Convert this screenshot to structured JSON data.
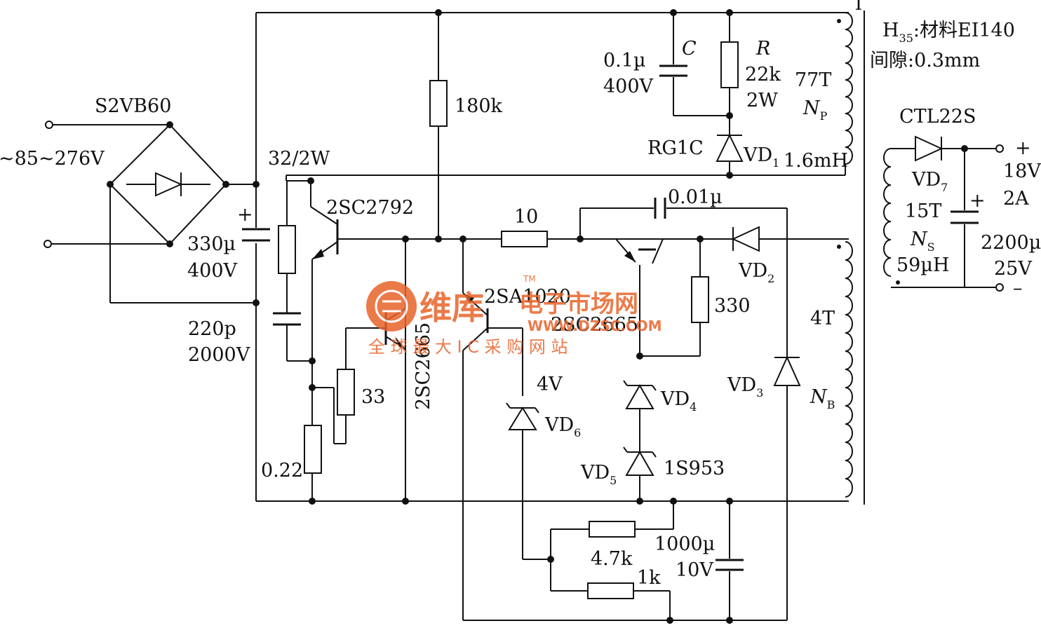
{
  "input": {
    "voltage": "~85~276V"
  },
  "bridge": {
    "label": "S2VB60"
  },
  "cap_input": {
    "value": "330µ",
    "rating": "400V",
    "polarity": "+"
  },
  "snubber_res": {
    "label": "32/2W"
  },
  "q1": {
    "label": "2SC2792"
  },
  "res_start": {
    "label": "180k"
  },
  "cap_clamp": {
    "label": "C",
    "value": "0.1µ",
    "rating": "400V"
  },
  "res_clamp": {
    "label": "R",
    "value": "22k",
    "rating": "2W"
  },
  "vd1": {
    "label": "RG1C",
    "name": "VD",
    "sub": "1"
  },
  "primary": {
    "turns": "77T",
    "name": "N",
    "sub": "P",
    "inductance": "1.6mH"
  },
  "transformer": {
    "label": "T",
    "core_h": "H",
    "core_sub": "35",
    "core_text": ":材料EI140",
    "gap": "间隙:0.3mm"
  },
  "vd7": {
    "label": "CTL22S",
    "name": "VD",
    "sub": "7"
  },
  "secondary": {
    "turns": "15T",
    "name": "N",
    "sub": "S",
    "inductance": "59µH"
  },
  "output": {
    "plus": "+",
    "minus": "–",
    "voltage": "18V",
    "current": "2A"
  },
  "cap_out": {
    "value": "2200µ",
    "rating": "25V",
    "polarity": "+"
  },
  "res_base": {
    "label": "10"
  },
  "cap_fb": {
    "label": "0.01µ"
  },
  "vd2": {
    "name": "VD",
    "sub": "2"
  },
  "res_330": {
    "label": "330"
  },
  "aux": {
    "turns": "4T",
    "name": "N",
    "sub": "B"
  },
  "vd3": {
    "name": "VD",
    "sub": "3"
  },
  "q2": {
    "label": "2SA1020"
  },
  "q3": {
    "label": "2SC2665"
  },
  "q4": {
    "label": "2SC2665"
  },
  "cap_snub": {
    "value": "220p",
    "rating": "2000V"
  },
  "res_33": {
    "label": "33"
  },
  "res_sense": {
    "label": "0.22"
  },
  "vd6": {
    "voltage": "4V",
    "name": "VD",
    "sub": "6"
  },
  "vd4": {
    "name": "VD",
    "sub": "4"
  },
  "vd5": {
    "name": "VD",
    "sub": "5",
    "part": "1S953"
  },
  "res_47k": {
    "label": "4.7k"
  },
  "res_1k": {
    "label": "1k"
  },
  "cap_1000": {
    "value": "1000µ",
    "rating": "10V"
  },
  "watermark": {
    "brand": "维库",
    "tm": "TM",
    "site": "电子市场网",
    "url": "WWW.DZSC.COM",
    "slogan": "全 球 最 大 I C 采 购 网 站",
    "brand_color": "#e8632a"
  }
}
